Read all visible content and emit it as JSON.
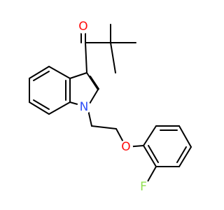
{
  "molecule": {
    "atoms": {
      "carbonyl_oxygen": "O",
      "indole_nitrogen": "N",
      "ether_oxygen": "O",
      "fluorine": "F"
    },
    "colors": {
      "background": "#ffffff",
      "bond": "#000000",
      "carbonyl_oxygen": "#ff0d0d",
      "indole_nitrogen": "#3050f8",
      "ether_oxygen": "#ff0d0d",
      "fluorine": "#90e050"
    }
  }
}
